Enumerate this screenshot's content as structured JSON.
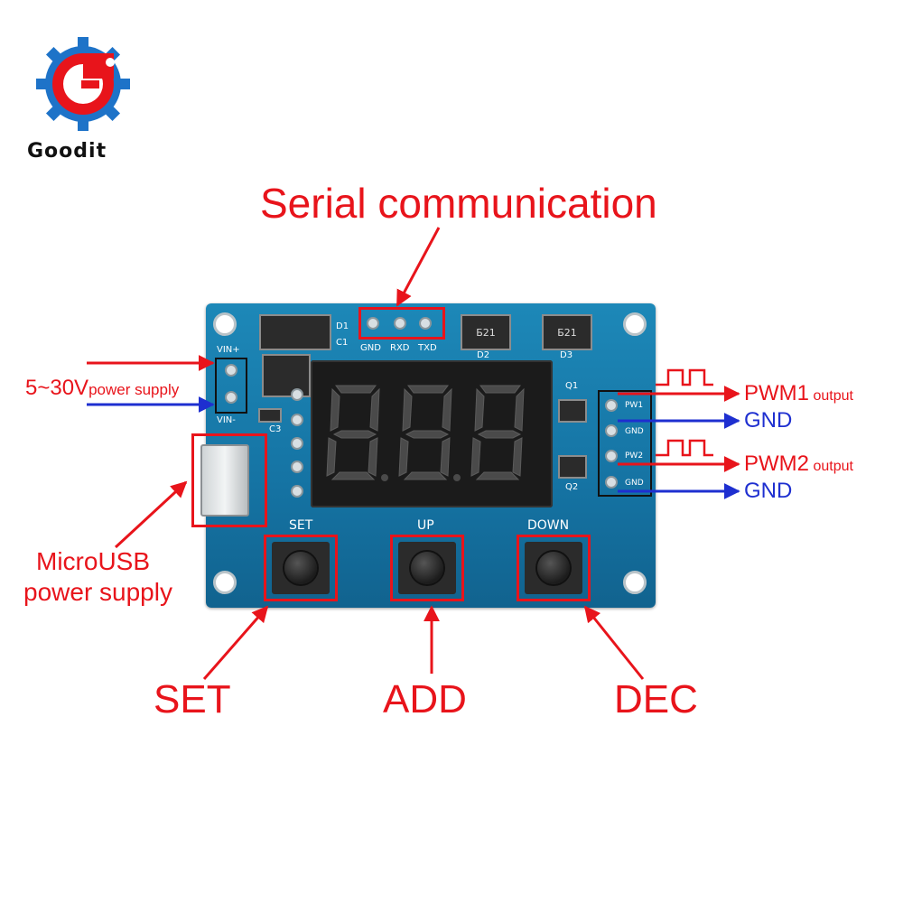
{
  "logo": {
    "brand": "Goodit"
  },
  "annotations": {
    "serial": "Serial communication",
    "power_range": "5~30V",
    "power_supply": "power supply",
    "microusb_line1": "MicroUSB",
    "microusb_line2": "power supply",
    "pwm1": "PWM1",
    "pwm2": "PWM2",
    "output": "output",
    "gnd1": "GND",
    "gnd2": "GND",
    "set": "SET",
    "add": "ADD",
    "dec": "DEC"
  },
  "board_silkscreen": {
    "vin_plus": "VIN+",
    "vin_minus": "VIN-",
    "uart_gnd": "GND",
    "uart_rxd": "RXD",
    "uart_txd": "TXD",
    "d1": "D1",
    "c1": "C1",
    "d2": "D2",
    "d3": "D3",
    "c3": "C3",
    "q1": "Q1",
    "q2": "Q2",
    "pw1": "PW1",
    "gnd_a": "GND",
    "pw2": "PW2",
    "gnd_b": "GND",
    "btn_set": "SET",
    "btn_up": "UP",
    "btn_down": "DOWN",
    "diode_mark_d2": "Б21",
    "diode_mark_d3": "Б21"
  },
  "colors": {
    "annotation_red": "#e8141b",
    "annotation_blue": "#1e2fd0",
    "pcb_blue": "#1573a3",
    "led_red": "#ff2a2a"
  }
}
